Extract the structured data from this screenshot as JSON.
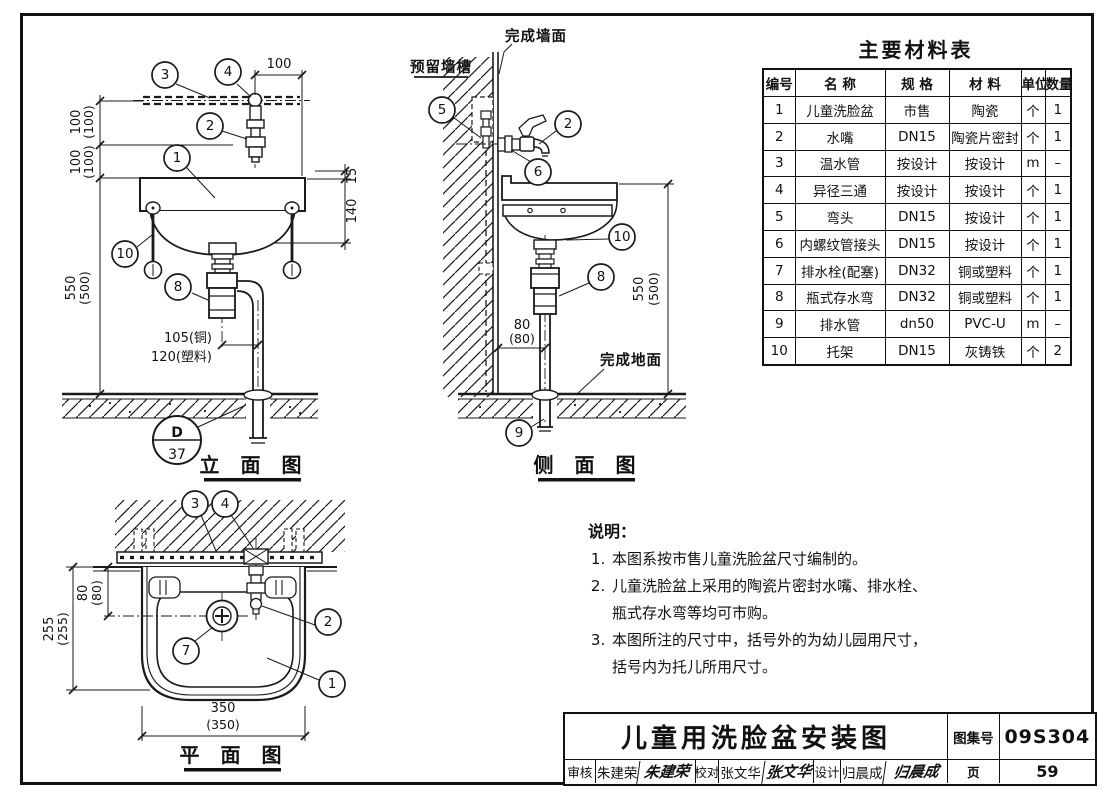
{
  "materials_table": {
    "title": "主要材料表",
    "headers": [
      "编号",
      "名 称",
      "规 格",
      "材 料",
      "单位",
      "数量"
    ],
    "rows": [
      [
        "1",
        "儿童洗脸盆",
        "市售",
        "陶瓷",
        "个",
        "1"
      ],
      [
        "2",
        "水嘴",
        "DN15",
        "陶瓷片密封",
        "个",
        "1"
      ],
      [
        "3",
        "温水管",
        "按设计",
        "按设计",
        "m",
        "–"
      ],
      [
        "4",
        "异径三通",
        "按设计",
        "按设计",
        "个",
        "1"
      ],
      [
        "5",
        "弯头",
        "DN15",
        "按设计",
        "个",
        "1"
      ],
      [
        "6",
        "内螺纹管接头",
        "DN15",
        "按设计",
        "个",
        "1"
      ],
      [
        "7",
        "排水栓(配塞)",
        "DN32",
        "铜或塑料",
        "个",
        "1"
      ],
      [
        "8",
        "瓶式存水弯",
        "DN32",
        "铜或塑料",
        "个",
        "1"
      ],
      [
        "9",
        "排水管",
        "dn50",
        "PVC-U",
        "m",
        "–"
      ],
      [
        "10",
        "托架",
        "DN15",
        "灰铸铁",
        "个",
        "2"
      ]
    ]
  },
  "notes": {
    "title": "说明：",
    "items": [
      "本图系按市售儿童洗脸盆尺寸编制的。",
      "儿童洗脸盆上采用的陶瓷片密封水嘴、排水栓、瓶式存水弯等均可市购。",
      "本图所注的尺寸中，括号外的为幼儿园用尺寸，括号内为托儿所用尺寸。"
    ]
  },
  "title_block": {
    "title": "儿童用洗脸盆安装图",
    "atlas_label": "图集号",
    "atlas_no": "09S304",
    "page_label": "页",
    "page_no": "59",
    "review_label": "审核",
    "review_name": "朱建荣",
    "review_sig": "朱建荣",
    "check_label": "校对",
    "check_name": "张文华",
    "check_sig": "张文华",
    "design_label": "设计",
    "design_name": "归晨成",
    "design_sig": "归晨成"
  },
  "elevation": {
    "label": "立 面 图",
    "dim_top": "100",
    "dim_h1": "100",
    "dim_h1p": "(100)",
    "dim_h2": "100",
    "dim_h2p": "(100)",
    "dim_h3": "550",
    "dim_h3p": "(500)",
    "dim_15": "15",
    "dim_140": "140",
    "offset_copper": "105(铜)",
    "offset_plastic": "120(塑料)",
    "detail_letter": "D",
    "detail_page": "37",
    "balloon_1": "1",
    "balloon_2": "2",
    "balloon_3": "3",
    "balloon_4": "4",
    "balloon_8": "8",
    "balloon_10": "10"
  },
  "side": {
    "label": "侧 面 图",
    "wall_finish": "完成墙面",
    "wall_groove": "预留墙槽",
    "floor_finish": "完成地面",
    "dim_80": "80",
    "dim_80p": "(80)",
    "dim_h": "550",
    "dim_hp": "(500)",
    "balloon_2": "2",
    "balloon_5": "5",
    "balloon_6": "6",
    "balloon_8": "8",
    "balloon_9": "9",
    "balloon_10": "10"
  },
  "plan": {
    "label": "平 面 图",
    "dim_80": "80",
    "dim_80p": "(80)",
    "dim_255": "255",
    "dim_255p": "(255)",
    "dim_350": "350",
    "dim_350p": "(350)",
    "balloon_1": "1",
    "balloon_2": "2",
    "balloon_3": "3",
    "balloon_4": "4",
    "balloon_7": "7"
  }
}
